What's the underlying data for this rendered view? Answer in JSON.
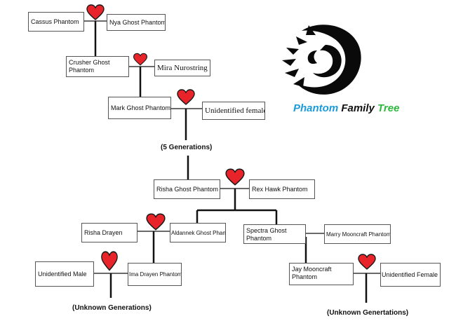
{
  "title": {
    "part1": "Phantom",
    "part1_color": "#1c9bd8",
    "part2": " Family ",
    "part2_color": "#111111",
    "part3": "Tree",
    "part3_color": "#2db83d"
  },
  "people": {
    "cassus": "Cassus Phantom",
    "nya": "Nya Ghost Phantom",
    "crusher": "Crusher Ghost Phantom",
    "mira": "Mira Nurostring",
    "mark": "Mark Ghost Phantom",
    "unidentified_female_1": "Unidentified female",
    "risha_ghost": "Risha Ghost Phantom",
    "rex": "Rex Hawk Phantom",
    "risha_drayen": "Risha Drayen",
    "aldannek": "Aldannek Ghost Phantom",
    "spectra": "Spectra Ghost Phantom",
    "marry": "Marry Mooncraft Phantom",
    "unidentified_male": "Unidentified Male",
    "ima": "Ima Drayen Phantom",
    "jay": "Jay Mooncraft Phantom",
    "unidentified_female_2": "Unidentified Female"
  },
  "notes": {
    "five_generations": "(5 Generations)",
    "unknown_generations_left": "(Unknown Generations)",
    "unknown_generations_right": "(Unknown Genertations)"
  },
  "colors": {
    "heart": "#e8232a",
    "heart_outline": "#1a1a1a",
    "line": "#111111",
    "logo": "#0a0a0a"
  },
  "icons": [
    "heart-icon",
    "swirl-logo-icon"
  ]
}
